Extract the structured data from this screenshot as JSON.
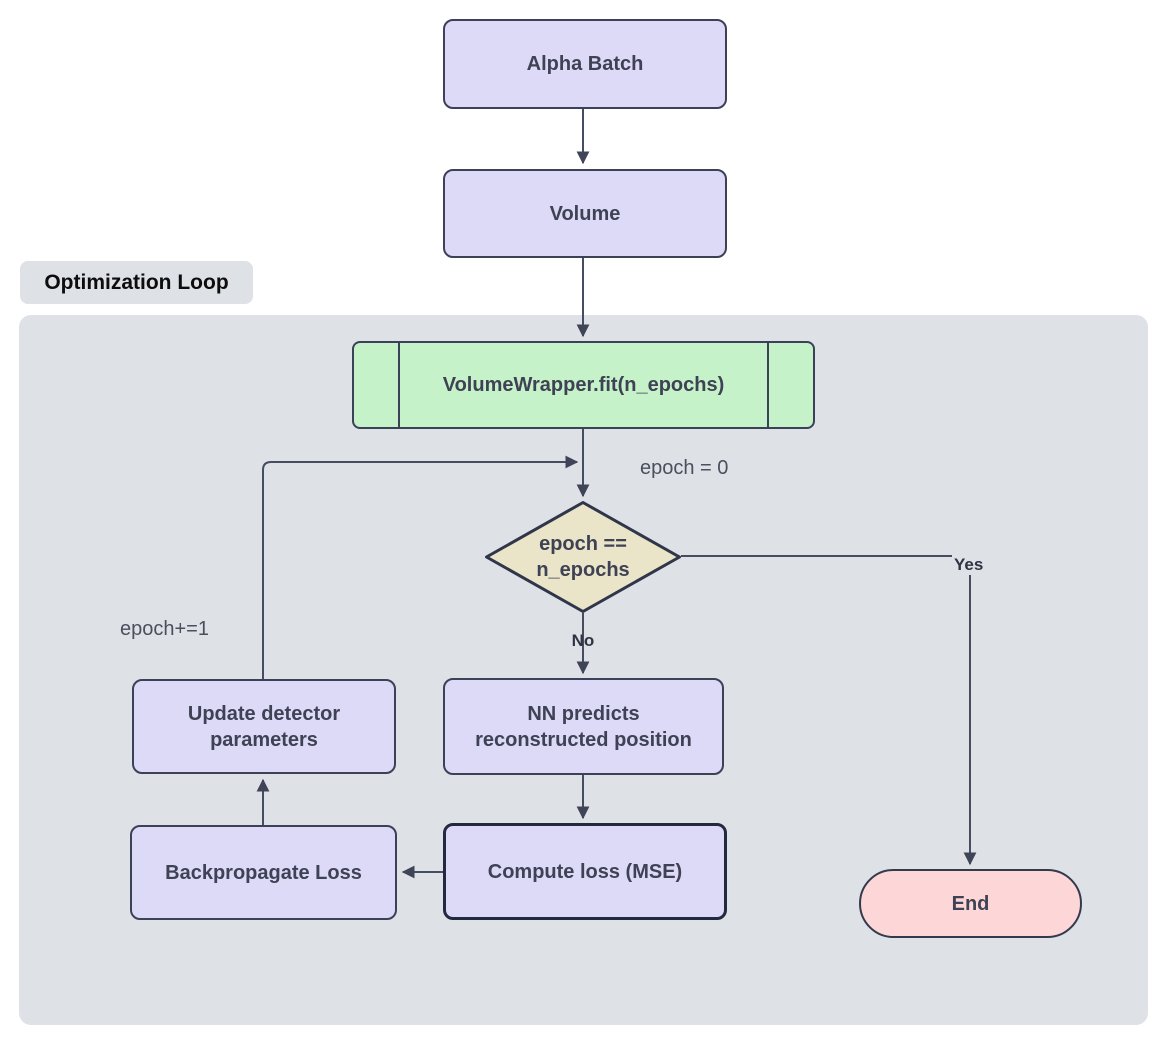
{
  "diagram": {
    "loop_label": "Optimization Loop",
    "nodes": {
      "alpha_batch": {
        "label": "Alpha Batch"
      },
      "volume": {
        "label": "Volume"
      },
      "fit": {
        "label": "VolumeWrapper.fit(n_epochs)"
      },
      "decision": {
        "line1": "epoch ==",
        "line2": "n_epochs"
      },
      "nn_predicts": {
        "line1": "NN predicts",
        "line2": "reconstructed position"
      },
      "update_params": {
        "line1": "Update detector",
        "line2": "parameters"
      },
      "backprop": {
        "label": "Backpropagate Loss"
      },
      "compute_loss": {
        "label": "Compute loss (MSE)"
      },
      "end": {
        "label": "End"
      }
    },
    "edge_labels": {
      "epoch_init": "epoch = 0",
      "epoch_inc": "epoch+=1",
      "yes": "Yes",
      "no": "No"
    },
    "colors": {
      "process_fill": "#dcdaf7",
      "subroutine_fill": "#c6f2c9",
      "decision_fill": "#eae4c8",
      "terminator_fill": "#fdd7d7",
      "container_fill": "#dee1e6",
      "node_border": "#3b4156",
      "arrow": "#474d60",
      "node_text": "#3f4254"
    }
  }
}
